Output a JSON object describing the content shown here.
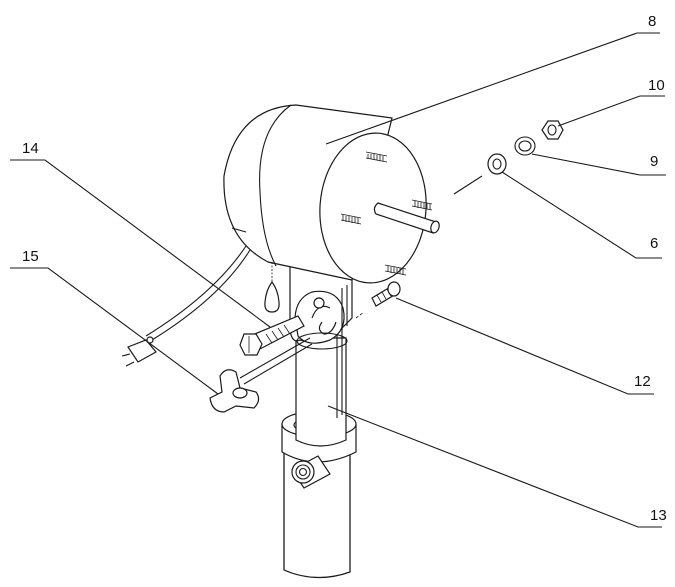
{
  "labels": {
    "part_8": "8",
    "part_10": "10",
    "part_9": "9",
    "part_6": "6",
    "part_14": "14",
    "part_15": "15",
    "part_12": "12",
    "part_13": "13"
  }
}
